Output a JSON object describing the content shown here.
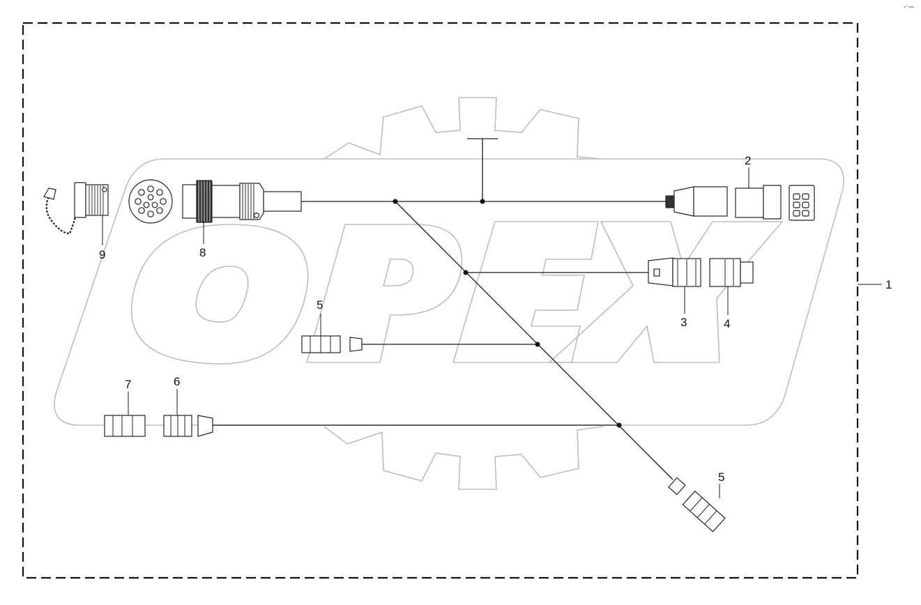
{
  "corner_mark": "«° ━━",
  "watermark": {
    "text": "OPEX"
  },
  "drawing": {
    "callouts": [
      {
        "id": "1",
        "label": "1"
      },
      {
        "id": "2",
        "label": "2"
      },
      {
        "id": "3",
        "label": "3"
      },
      {
        "id": "4",
        "label": "4"
      },
      {
        "id": "5a",
        "label": "5"
      },
      {
        "id": "5b",
        "label": "5"
      },
      {
        "id": "6",
        "label": "6"
      },
      {
        "id": "7",
        "label": "7"
      },
      {
        "id": "8",
        "label": "8"
      },
      {
        "id": "9",
        "label": "9"
      }
    ]
  }
}
